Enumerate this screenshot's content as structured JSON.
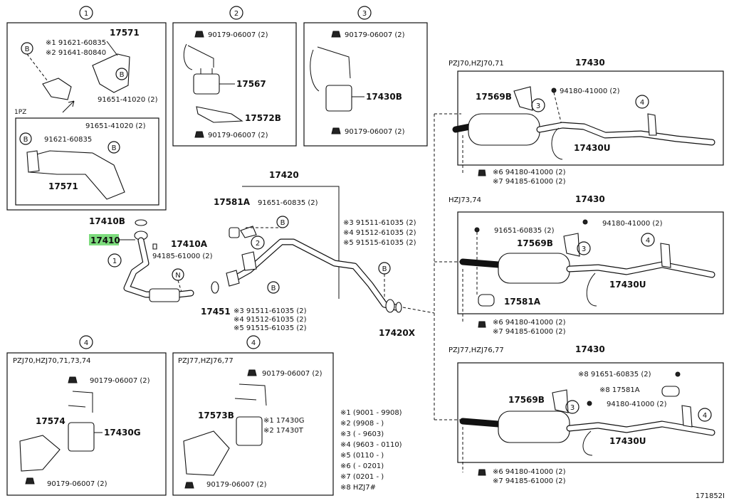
{
  "sections": {
    "s1": "1",
    "s2": "2",
    "s3": "3",
    "s4a": "4",
    "s4b": "4"
  },
  "box1": {
    "note1": "※1 91621-60835",
    "note2": "※2 91641-80840",
    "part_17571": "17571",
    "bolt": "91651-41020 (2)",
    "sub_label": "1PZ",
    "sub_bolt": "91651-41020 (2)",
    "sub_bolt2": "91621-60835",
    "sub_17571": "17571"
  },
  "box2": {
    "nut_top": "90179-06007 (2)",
    "mount": "17567",
    "bracket": "17572B",
    "nut_bottom": "90179-06007 (2)"
  },
  "box3": {
    "nut_top": "90179-06007 (2)",
    "mount": "17430B",
    "nut_bottom": "90179-06007 (2)"
  },
  "main": {
    "p17420": "17420",
    "p17581A": "17581A",
    "bolt_top": "91651-60835 (2)",
    "p17410B": "17410B",
    "p17410": "17410",
    "p17410A": "17410A",
    "nut_n": "94185-61000 (2)",
    "p17451": "17451",
    "stud3": "※3 91511-61035 (2)",
    "stud4": "※4 91512-61035 (2)",
    "stud5": "※5 91515-61035 (2)",
    "rstud3": "※3 91511-61035 (2)",
    "rstud4": "※4 91512-61035 (2)",
    "rstud5": "※5 91515-61035 (2)",
    "p17420X": "17420X"
  },
  "right1": {
    "models": "PZJ70,HZJ70,71",
    "p17430": "17430",
    "p17569B": "17569B",
    "bolt": "94180-41000 (2)",
    "p17430U": "17430U",
    "n6": "※6  94180-41000 (2)",
    "n7": "※7  94185-61000 (2)"
  },
  "right2": {
    "models": "HZJ73,74",
    "p17430": "17430",
    "bolt_top": "94180-41000 (2)",
    "bolt_left": "91651-60835 (2)",
    "p17569B": "17569B",
    "p17430U": "17430U",
    "p17581A": "17581A",
    "n6": "※6  94180-41000 (2)",
    "n7": "※7  94185-61000 (2)"
  },
  "right3": {
    "models": "PZJ77,HZJ76,77",
    "p17430": "17430",
    "n8a": "※8  91651-60835 (2)",
    "n8b": "※8  17581A",
    "p17569B": "17569B",
    "bolt": "94180-41000 (2)",
    "p17430U": "17430U",
    "n6": "※6  94180-41000 (2)",
    "n7": "※7  94185-61000 (2)"
  },
  "box4a": {
    "models": "PZJ70,HZJ70,71,73,74",
    "nut_top": "90179-06007 (2)",
    "p17574": "17574",
    "p17430G": "17430G",
    "nut_bottom": "90179-06007 (2)"
  },
  "box4b": {
    "models": "PZJ77,HZJ76,77",
    "nut_top": "90179-06007 (2)",
    "p17573B": "17573B",
    "n1": "※1  17430G",
    "n2": "※2  17430T",
    "nut_bottom": "90179-06007 (2)"
  },
  "legend": [
    "※1 (9001 - 9908)",
    "※2 (9908 -        )",
    "※3 (        - 9603)",
    "※4 (9603 - 0110)",
    "※5 (0110 -        )",
    "※6 (        - 0201)",
    "※7 (0201 -        )",
    "※8 HZJ7#"
  ],
  "letters": {
    "B": "B",
    "N": "N"
  },
  "callouts": {
    "c1": "1",
    "c2": "2",
    "c3": "3",
    "c4": "4"
  },
  "figure_id": "171852I"
}
